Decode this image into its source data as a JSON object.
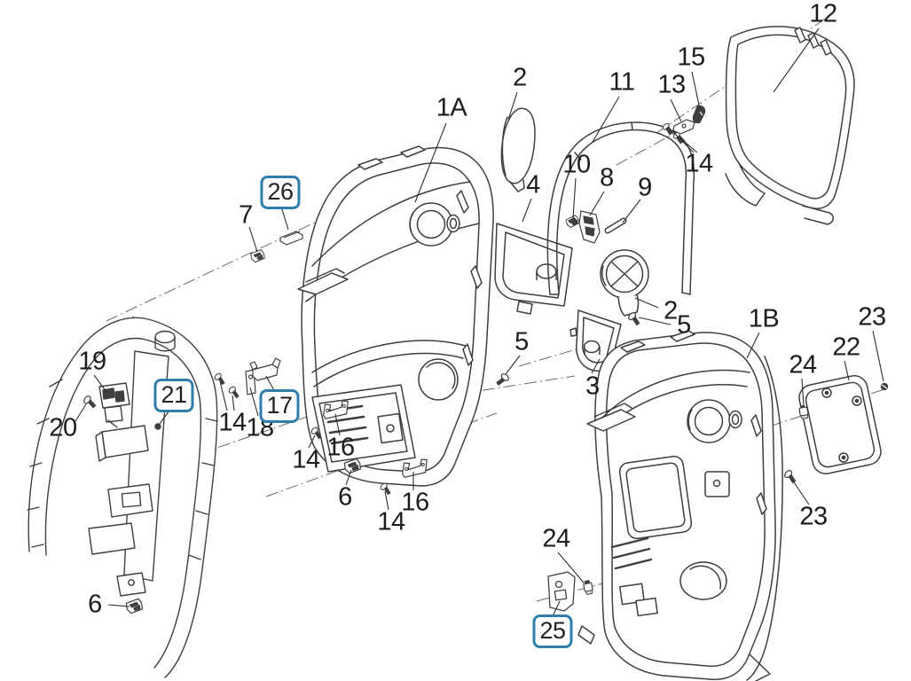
{
  "colors": {
    "background": "#ffffff",
    "line_art": "#3f3f3f",
    "callout_text": "#1c1c1c",
    "highlight_box_blue": "#2e7eac"
  },
  "part_numbers_visible": [
    "1A",
    "1B",
    "2",
    "3",
    "4",
    "5",
    "6",
    "7",
    "8",
    "9",
    "10",
    "11",
    "12",
    "13",
    "14",
    "15",
    "16",
    "17",
    "18",
    "19",
    "20",
    "21",
    "22",
    "23",
    "24",
    "25",
    "26"
  ],
  "highlighted_part_numbers": [
    "26",
    "21",
    "17",
    "25"
  ],
  "callouts": [
    {
      "label": "7",
      "boxed": false
    },
    {
      "label": "26",
      "boxed": true
    },
    {
      "label": "1A",
      "boxed": false
    },
    {
      "label": "2",
      "boxed": false
    },
    {
      "label": "11",
      "boxed": false
    },
    {
      "label": "13",
      "boxed": false
    },
    {
      "label": "15",
      "boxed": false
    },
    {
      "label": "12",
      "boxed": false
    },
    {
      "label": "14",
      "boxed": false
    },
    {
      "label": "10",
      "boxed": false
    },
    {
      "label": "8",
      "boxed": false
    },
    {
      "label": "9",
      "boxed": false
    },
    {
      "label": "4",
      "boxed": false
    },
    {
      "label": "2",
      "boxed": false
    },
    {
      "label": "5",
      "boxed": false
    },
    {
      "label": "3",
      "boxed": false
    },
    {
      "label": "5",
      "boxed": false
    },
    {
      "label": "1B",
      "boxed": false
    },
    {
      "label": "23",
      "boxed": false
    },
    {
      "label": "22",
      "boxed": false
    },
    {
      "label": "24",
      "boxed": false
    },
    {
      "label": "19",
      "boxed": false
    },
    {
      "label": "20",
      "boxed": false
    },
    {
      "label": "21",
      "boxed": true
    },
    {
      "label": "14",
      "boxed": false
    },
    {
      "label": "18",
      "boxed": false
    },
    {
      "label": "17",
      "boxed": true
    },
    {
      "label": "14",
      "boxed": false
    },
    {
      "label": "16",
      "boxed": false
    },
    {
      "label": "6",
      "boxed": false
    },
    {
      "label": "14",
      "boxed": false
    },
    {
      "label": "16",
      "boxed": false
    },
    {
      "label": "6",
      "boxed": false
    },
    {
      "label": "24",
      "boxed": false
    },
    {
      "label": "25",
      "boxed": true
    },
    {
      "label": "23",
      "boxed": false
    }
  ]
}
